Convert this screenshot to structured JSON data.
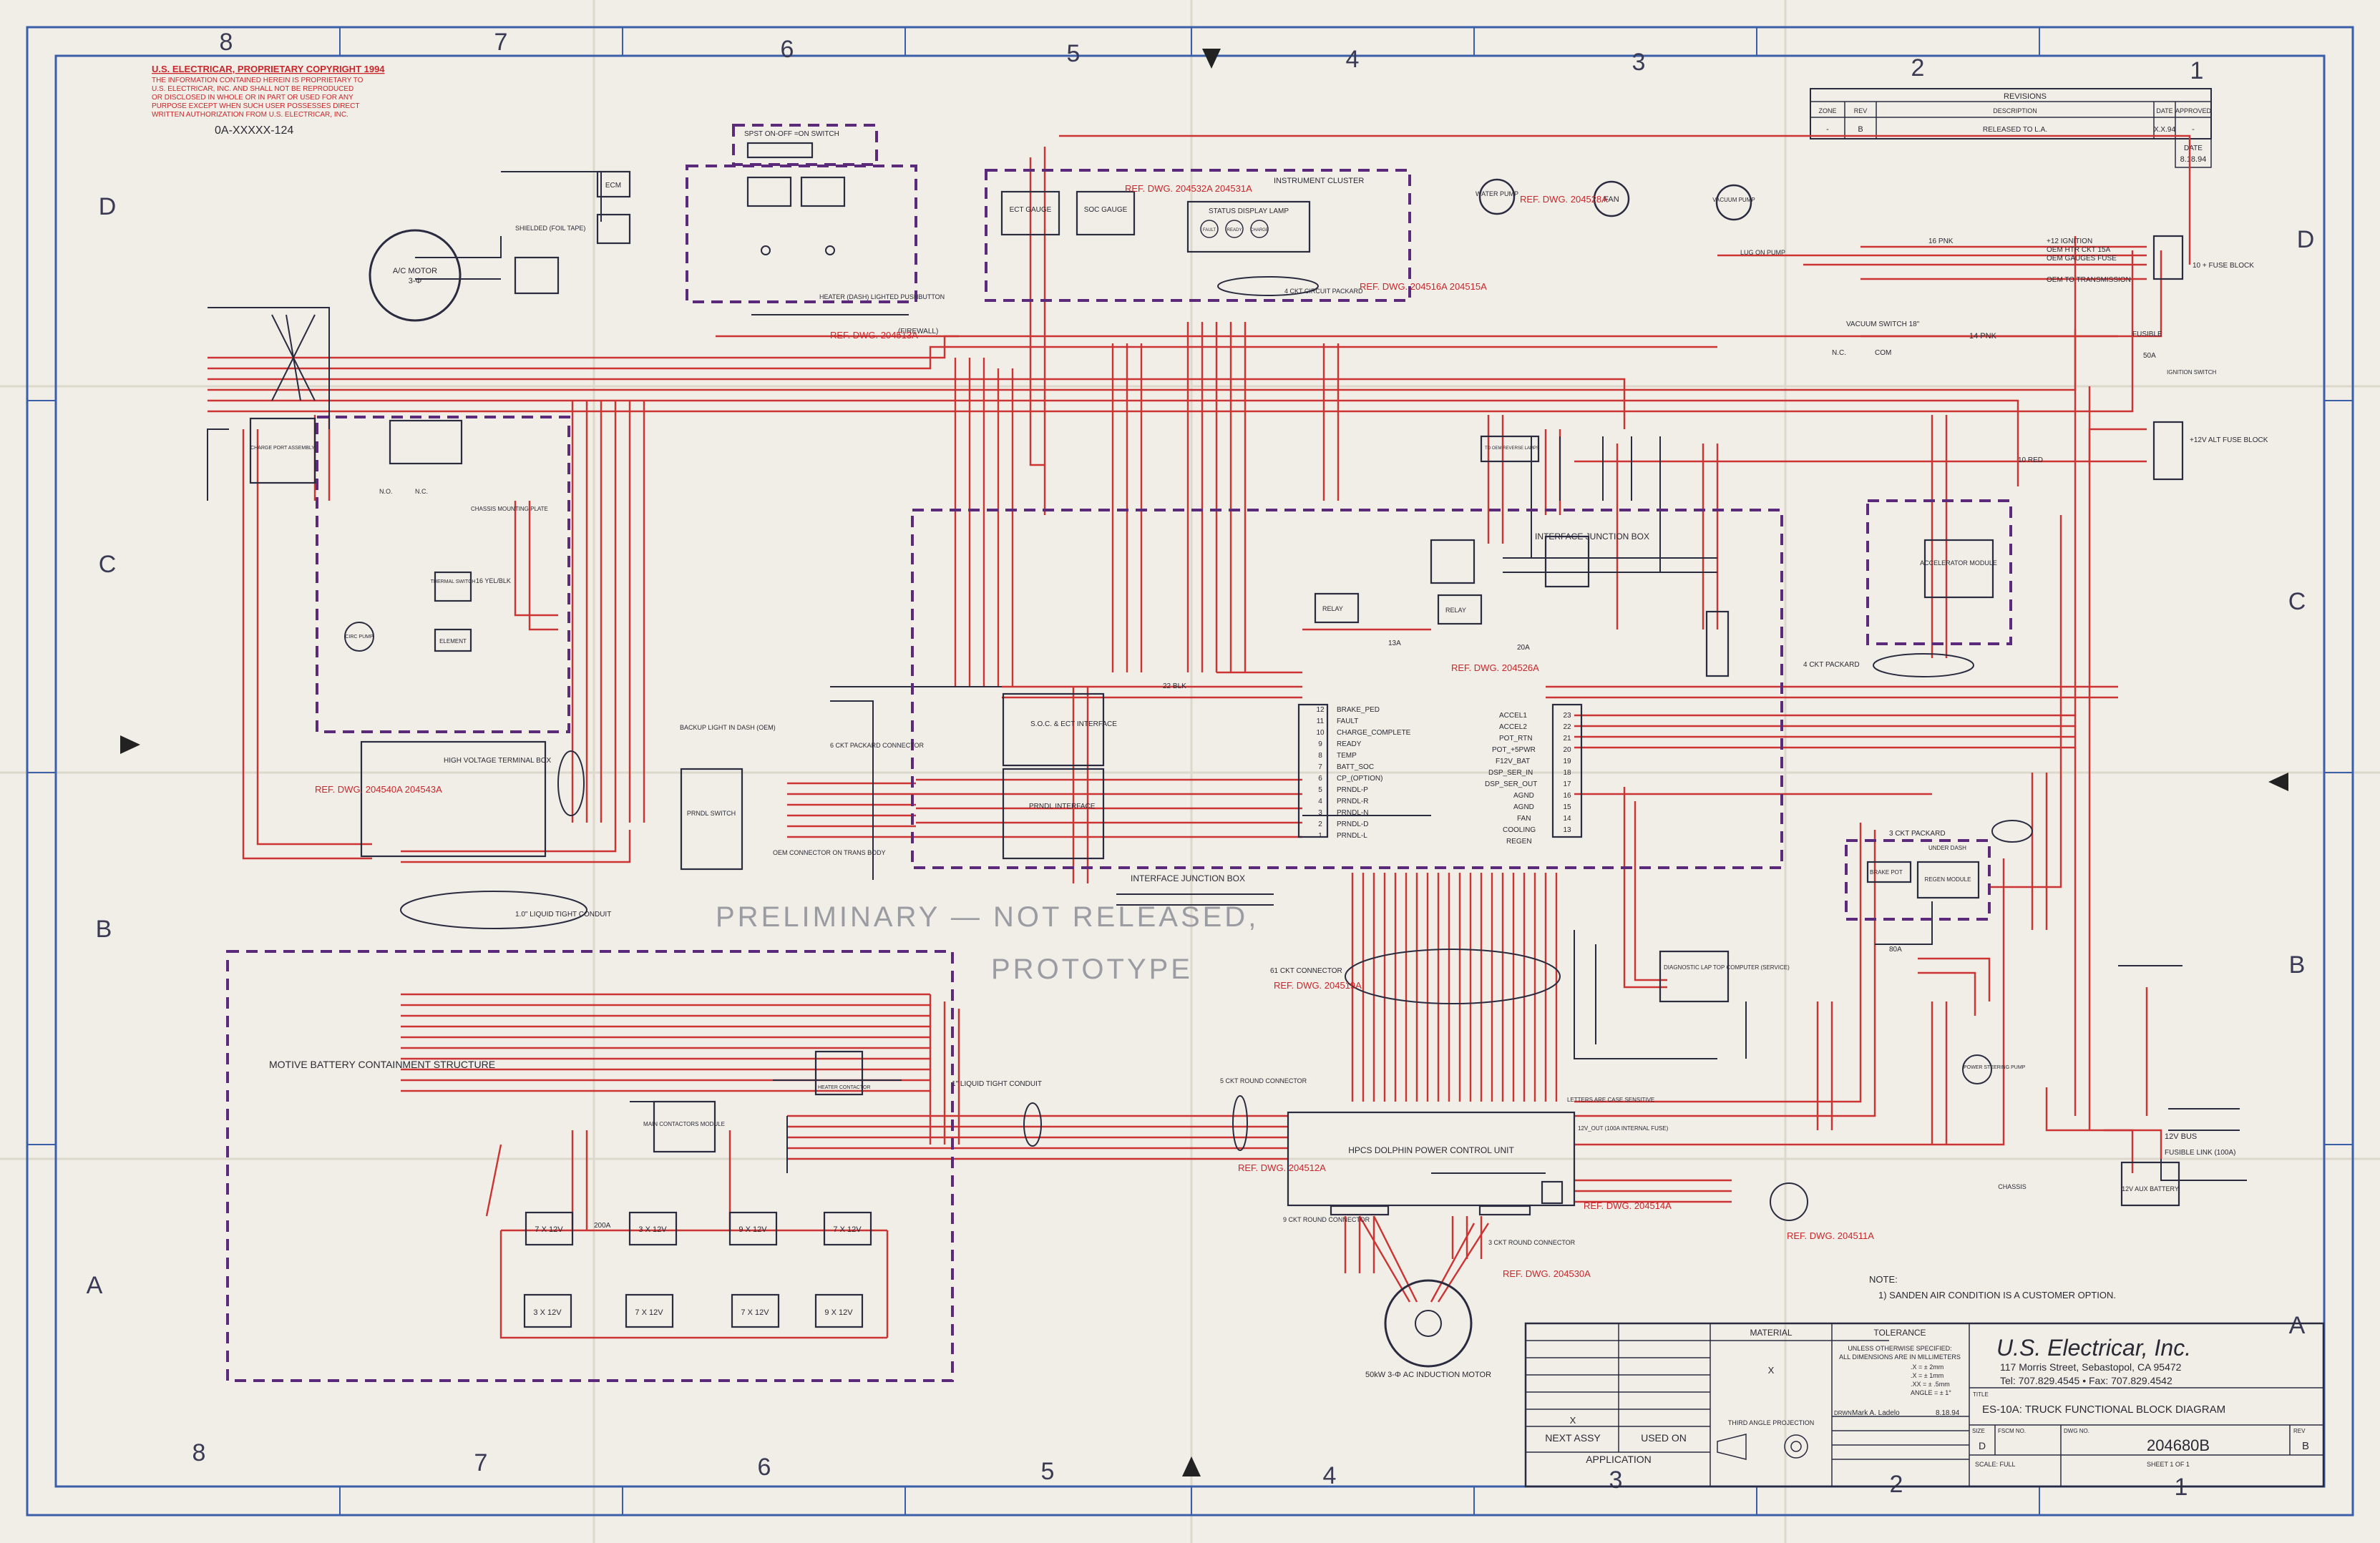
{
  "zones": {
    "columns": [
      "8",
      "7",
      "6",
      "5",
      "4",
      "3",
      "2",
      "1"
    ],
    "rows": [
      "D",
      "C",
      "B",
      "A"
    ]
  },
  "copyright": {
    "title": "U.S. ELECTRICAR, PROPRIETARY COPYRIGHT 1994",
    "line1": "THE INFORMATION CONTAINED HEREIN IS PROPRIETARY TO",
    "line2": "U.S. ELECTRICAR, INC. AND SHALL NOT BE REPRODUCED",
    "line3": "OR DISCLOSED IN WHOLE OR IN PART OR USED FOR ANY",
    "line4": "PURPOSE EXCEPT WHEN SUCH USER POSSESSES DIRECT",
    "line5": "WRITTEN AUTHORIZATION FROM U.S. ELECTRICAR, INC.",
    "doc_code": "0A-XXXXX-124"
  },
  "revisions": {
    "title": "REVISIONS",
    "headers": [
      "ZONE",
      "REV",
      "DESCRIPTION",
      "DATE",
      "APPROVED"
    ],
    "row": {
      "zone": "-",
      "rev": "B",
      "description": "RELEASED TO L.A.",
      "date": "X.X.94",
      "approved": "-"
    },
    "date_label": "DATE",
    "date_value": "8.18.94"
  },
  "stamp": {
    "line1": "PRELIMINARY — NOT RELEASED,",
    "line2": "PROTOTYPE"
  },
  "components": {
    "spst": "SPST ON-OFF =ON SWITCH",
    "ac_motor": "A/C MOTOR",
    "ac_motor_phase": "3-Φ",
    "ecm": "ECM",
    "shielded": "SHIELDED (FOIL TAPE)",
    "instrument_cluster": "INSTRUMENT CLUSTER",
    "ect_gauge": "ECT GAUGE",
    "soc_gauge": "SOC GAUGE",
    "status_lamp": "STATUS DISPLAY LAMP",
    "lamp_fault": "FAULT",
    "lamp_ready": "READY",
    "lamp_charge": "CHARGE",
    "water_pump": "WATER PUMP",
    "fan": "FAN",
    "vacuum_pump": "VACUUM PUMP",
    "lug_on_pump": "LUG ON PUMP",
    "heater_switch": "HEATER (DASH) LIGHTED PUSHBUTTON",
    "firewall": "(FIREWALL)",
    "circuit_packard": "4 CKT CIRCUIT PACKARD",
    "fuse_block_10": "10 + FUSE BLOCK",
    "fuse_block_12": "+12V ALT FUSE BLOCK",
    "ignition": "+12 IGNITION",
    "oem_htr": "OEM HTR CKT 15A",
    "oem_gauges": "OEM GAUGES FUSE",
    "oem_trans": "OEM TO TRANSMISSION",
    "vacuum_switch": "VACUUM SWITCH 18\"",
    "fusible_50a": "FUSIBLE",
    "fusible_50a_val": "50A",
    "ignition_switch": "IGNITION SWITCH",
    "charge_port": "CHARGE PORT ASSEMBLY",
    "chassis_plate": "CHASSIS MOUNTING PLATE",
    "circ_pump": "CIRC PUMP",
    "thermal_switch": "THERMAL SWITCH",
    "element": "ELEMENT",
    "hv_terminal": "HIGH VOLTAGE TERMINAL BOX",
    "interface_jbox": "INTERFACE JUNCTION BOX",
    "interface_jbox2": "INTERFACE JUNCTION BOX",
    "soc_ect": "S.O.C. & ECT INTERFACE",
    "prndl_iface": "PRNDL INTERFACE",
    "prndl_switch": "PRNDL SWITCH",
    "backup_light": "BACKUP LIGHT IN DASH (OEM)",
    "oem_connector": "OEM CONNECTOR ON TRANS BODY",
    "packard_6ckt": "6 CKT PACKARD CONNECTOR",
    "accel_module": "ACCELERATOR MODULE",
    "regen_module": "REGEN MODULE",
    "brake_pot": "BRAKE POT",
    "under_dash": "UNDER DASH",
    "packard_4ckt": "4 CKT PACKARD",
    "packard_3ckt": "3 CKT PACKARD",
    "conduit_1": "1.0\" LIQUID TIGHT CONDUIT",
    "conduit_2": "1\" LIQUID TIGHT CONDUIT",
    "ckt_61": "61 CKT CONNECTOR",
    "diag": "DIAGNOSTIC LAP TOP COMPUTER (SERVICE)",
    "battery_structure": "MOTIVE BATTERY CONTAINMENT STRUCTURE",
    "main_contactors": "MAIN CONTACTORS MODULE",
    "heater_contactor": "HEATER CONTACTOR",
    "ckt_5": "5 CKT ROUND CONNECTOR",
    "hpcs": "HPCS DOLPHIN POWER CONTROL UNIT",
    "letters_note": "LETTERS ARE CASE SENSITIVE",
    "internal_fused": "12V_OUT (100A INTERNAL FUSE)",
    "ckt_9": "9 CKT ROUND CONNECTOR",
    "ckt_3": "3 CKT ROUND CONNECTOR",
    "induction_motor": "50kW 3-Φ AC INDUCTION MOTOR",
    "power_steering": "POWER STEERING PUMP",
    "bus_12v": "12V BUS",
    "fusible_100a": "FUSIBLE LINK (100A)",
    "aux_battery": "12V AUX BATTERY",
    "chassis": "CHASSIS",
    "relay": "RELAY",
    "relay2": "RELAY",
    "to_oem": "TO OEM REVERSE LAMPS",
    "wire_14pnk": "14 PNK",
    "wire_16pnk": "16 PNK",
    "wire_10red": "10 RED",
    "wire_22blk": "22 BLK",
    "wire_16yel": "16 YEL/BLK",
    "fuse_80a": "80A",
    "fuse_200a": "200A",
    "fuse_13a": "13A",
    "fuse_20a": "20A",
    "cc": "COM",
    "nc": "N.C.",
    "no": "N.O."
  },
  "batteries": {
    "top": [
      "7 X 12V",
      "3 X 12V",
      "9 X 12V",
      "7 X 12V"
    ],
    "bottom": [
      "3 X 12V",
      "7 X 12V",
      "7 X 12V",
      "9 X 12V"
    ]
  },
  "pins": {
    "left": [
      "BRAKE_PED",
      "FAULT",
      "CHARGE_COMPLETE",
      "READY",
      "TEMP",
      "BATT_SOC",
      "CP_(OPTION)",
      "PRNDL-P",
      "PRNDL-R",
      "PRNDL-N",
      "PRNDL-D",
      "PRNDL-L"
    ],
    "right": [
      "ACCEL1",
      "ACCEL2",
      "POT_RTN",
      "POT_+5PWR",
      "F12V_BAT",
      "DSP_SER_IN",
      "DSP_SER_OUT",
      "AGND",
      "AGND",
      "FAN",
      "COOLING",
      "REGEN"
    ],
    "right_nums": [
      "23",
      "22",
      "21",
      "20",
      "19",
      "18",
      "17",
      "16",
      "15",
      "14",
      "13"
    ],
    "left_nums": [
      "12",
      "11",
      "10",
      "9",
      "8",
      "7",
      "6",
      "5",
      "4",
      "3",
      "2",
      "1"
    ]
  },
  "refs": [
    "REF. DWG. 204532A 204531A",
    "REF. DWG. 204516A 204515A",
    "REF. DWG. 204528A",
    "REF. DWG. 204513A",
    "REF. DWG. 204526A",
    "REF. DWG. 204540A 204543A",
    "REF. DWG. 204519A",
    "REF. DWG. 204512A",
    "REF. DWG. 204514A",
    "REF. DWG. 204511A",
    "REF. DWG. 204530A"
  ],
  "note": {
    "label": "NOTE:",
    "text": "1) SANDEN AIR CONDITION IS A CUSTOMER OPTION."
  },
  "title_block": {
    "material": "MATERIAL",
    "tolerance": "TOLERANCE",
    "tol1": "UNLESS OTHERWISE SPECIFIED:",
    "tol2": "ALL DIMENSIONS ARE IN MILLIMETERS",
    "tol3": ".X = ± 2mm",
    "tol4": ".X = ± 1mm",
    "tol5": ".XX = ± .5mm",
    "tol6": "ANGLE = ± 1°",
    "x_mark": "X",
    "x_mark2": "X",
    "next_assy": "NEXT ASSY",
    "used_on": "USED ON",
    "application": "APPLICATION",
    "projection": "THIRD ANGLE PROJECTION",
    "drawn_label": "DRWN",
    "drawn_by": "Mark A. Ladelo",
    "drawn_date": "8.18.94",
    "company": "U.S. Electricar, Inc.",
    "address": "117 Morris Street, Sebastopol, CA 95472",
    "phone": "Tel: 707.829.4545 • Fax: 707.829.4542",
    "title_label": "TITLE",
    "title": "ES-10A: TRUCK FUNCTIONAL BLOCK DIAGRAM",
    "size_label": "SIZE",
    "size": "D",
    "fscm_label": "FSCM NO.",
    "dwg_label": "DWG NO.",
    "dwg_no": "204680B",
    "rev_label": "REV",
    "rev": "B",
    "scale": "SCALE: FULL",
    "sheet": "SHEET 1 OF 1"
  }
}
